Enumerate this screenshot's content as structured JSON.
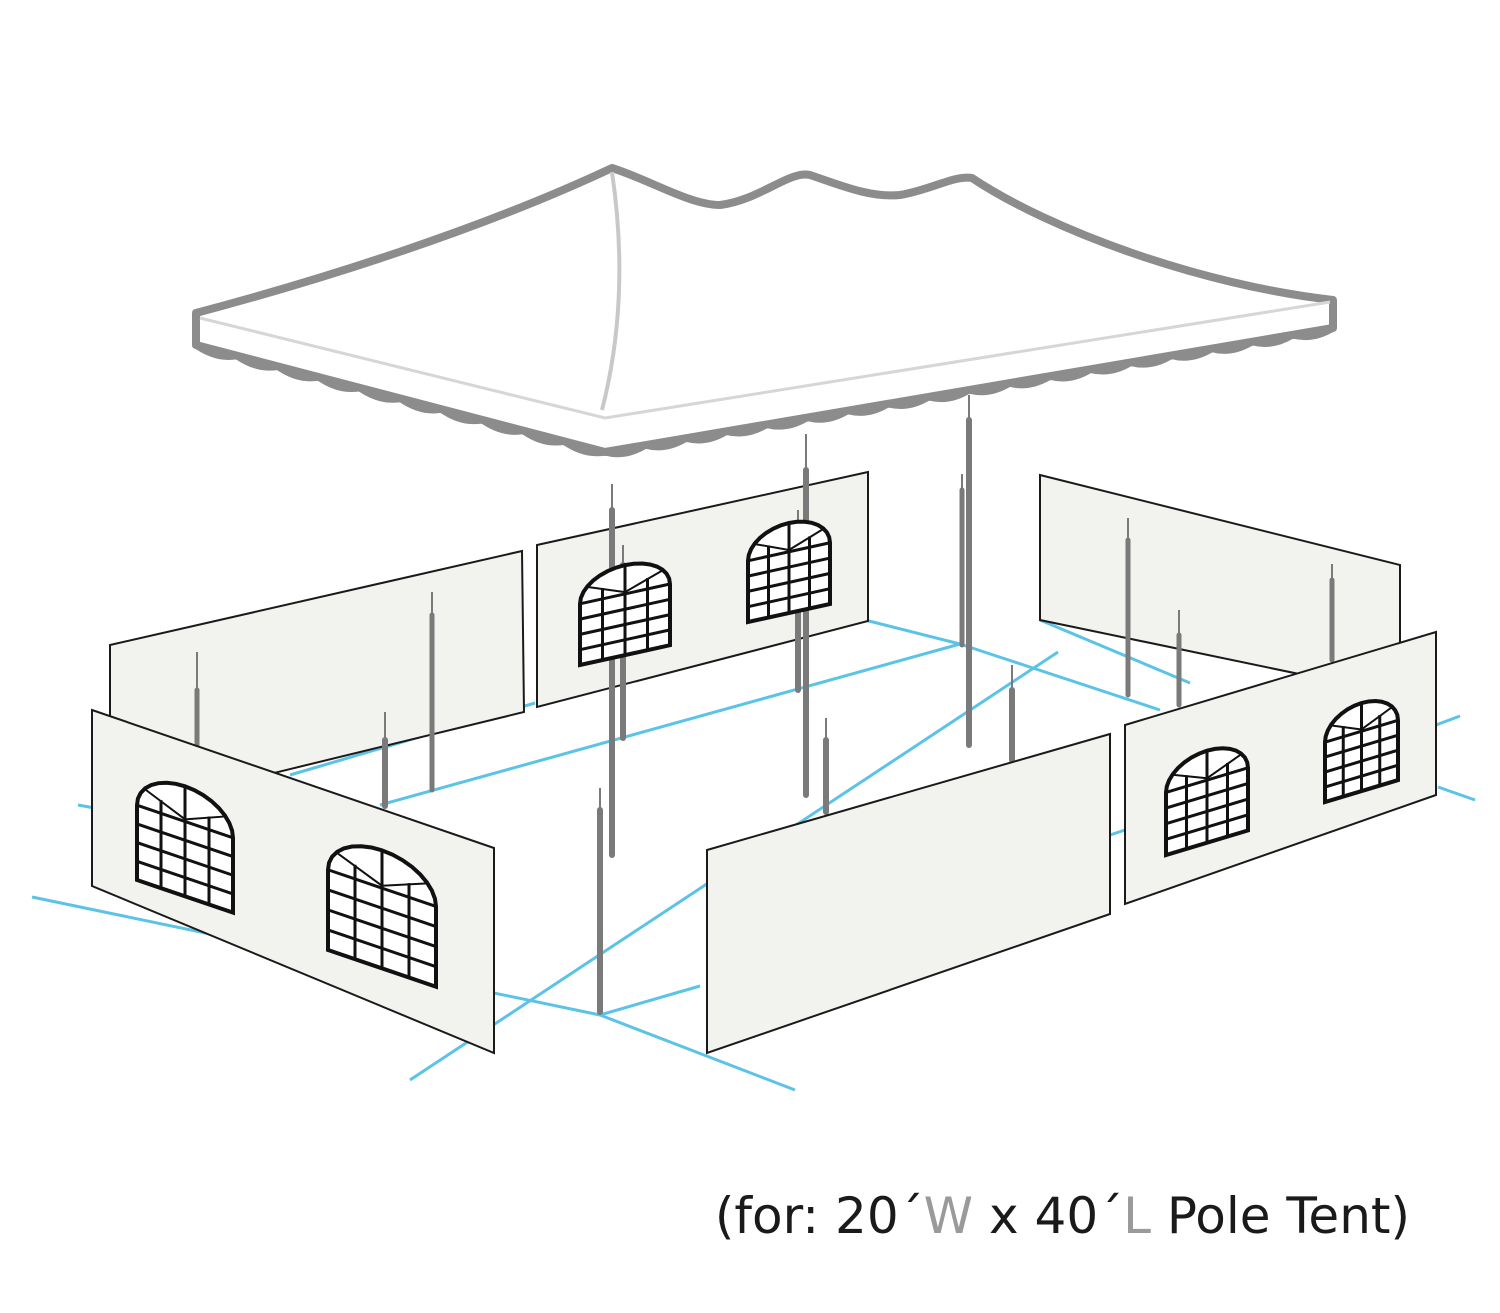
{
  "caption": {
    "open": "(for: 20´",
    "width_letter": "W",
    "middle": " x 40´",
    "length_letter": "L",
    "close": " Pole Tent)"
  },
  "colors": {
    "canopy_outline": "#8c8c8c",
    "canopy_fill": "#ffffff",
    "wall_fill": "#f2f2ef",
    "wall_stroke": "#1a1a1a",
    "pole": "#7a7a7a",
    "ground_line": "#5bc3e6",
    "window_frame": "#111111",
    "dimension_letter": "#9a9a9a"
  },
  "diagram": {
    "parts": [
      "canopy-top",
      "sidewall-panels",
      "center-poles",
      "side-poles",
      "ground-layout-lines"
    ],
    "window_panels": 3,
    "plain_panels": 3
  }
}
